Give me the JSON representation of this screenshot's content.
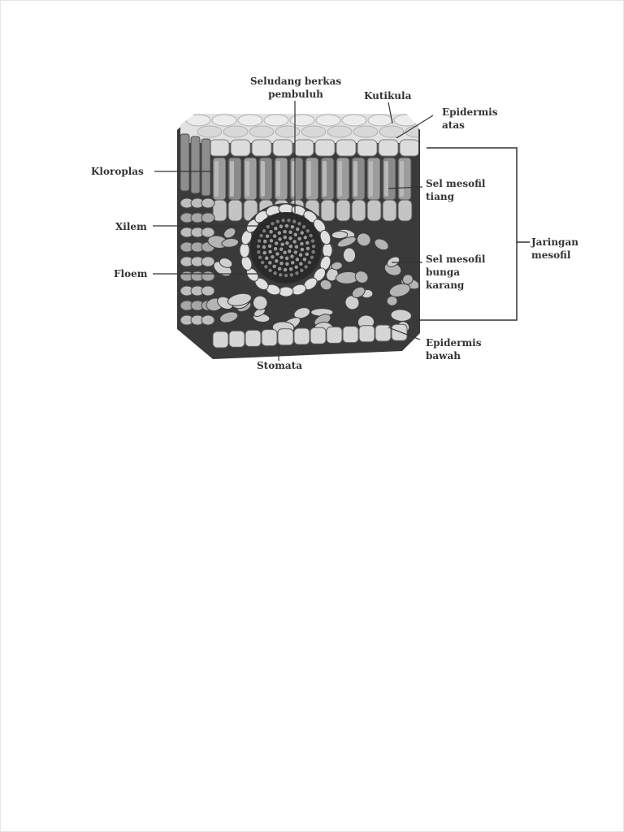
{
  "labels": {
    "seludang": [
      "Seludang berkas",
      "pembuluh"
    ],
    "kutikula": [
      "Kutikula"
    ],
    "epidermis_atas": [
      "Epidermis",
      "atas"
    ],
    "kloroplas": [
      "Kloroplas"
    ],
    "sel_mesofil_tiang": [
      "Sel mesofil",
      "tiang"
    ],
    "xilem": [
      "Xilem"
    ],
    "jaringan_mesofil": [
      "Jaringan",
      "mesofil"
    ],
    "floem": [
      "Floem"
    ],
    "sel_mesofil_bunga_karang": [
      "Sel mesofil",
      "bunga",
      "karang"
    ],
    "epidermis_bawah": [
      "Epidermis",
      "bawah"
    ],
    "stomata": [
      "Stomata"
    ]
  },
  "colors": {
    "ink": "#333333",
    "cell_dark": "#5a5a5a",
    "cell_mid": "#8a8a8a",
    "cell_light": "#c8c8c8",
    "cell_pale": "#e2e2e2",
    "shadow": "#2e2e2e"
  }
}
